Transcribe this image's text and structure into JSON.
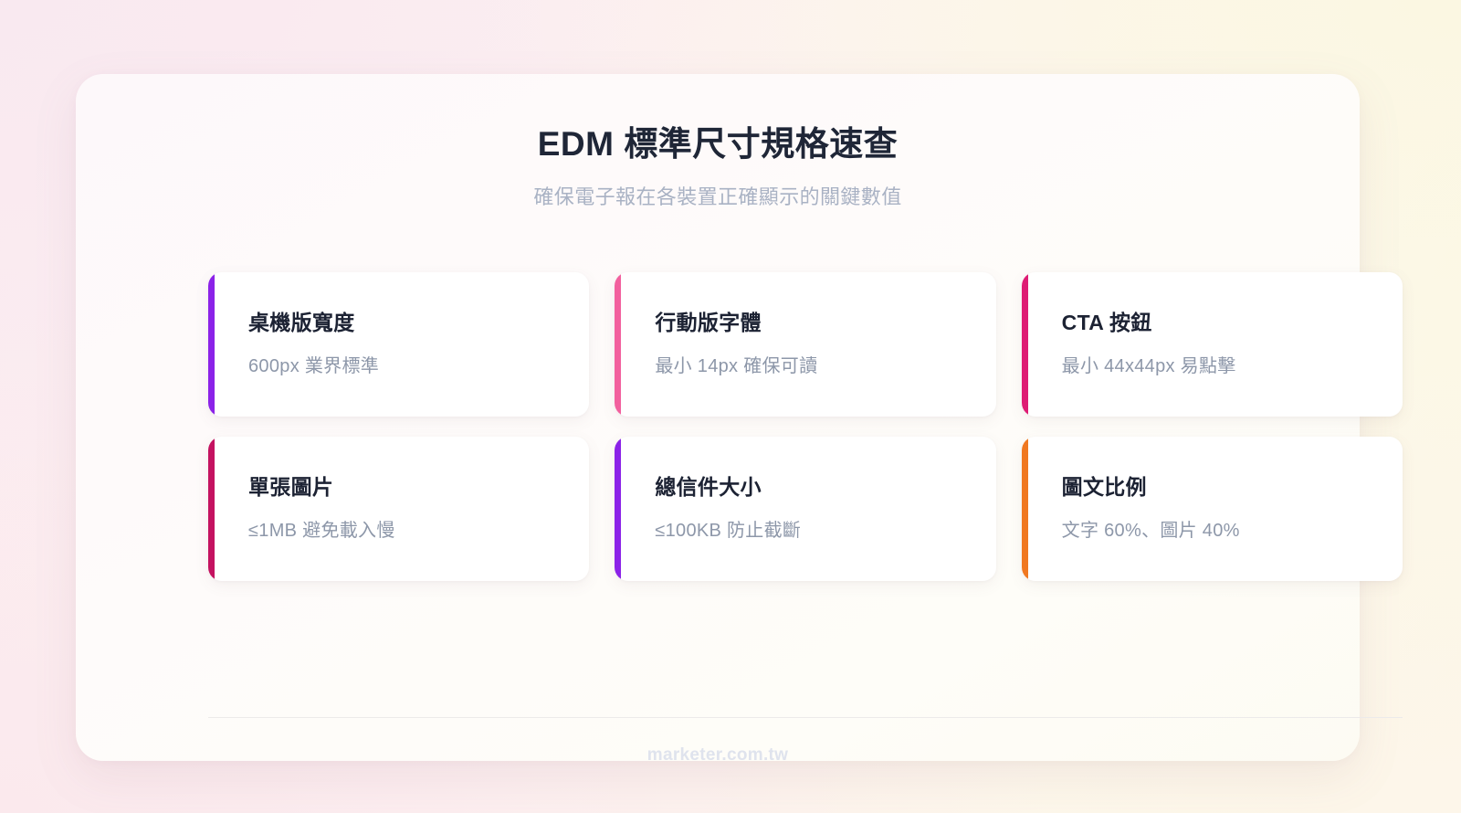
{
  "header": {
    "title": "EDM 標準尺寸規格速查",
    "subtitle": "確保電子報在各裝置正確顯示的關鍵數值"
  },
  "cards": [
    {
      "title": "桌機版寬度",
      "value": "600px 業界標準",
      "accent": "#8B22E8"
    },
    {
      "title": "行動版字體",
      "value": "最小 14px 確保可讀",
      "accent": "#F2609E"
    },
    {
      "title": "CTA 按鈕",
      "value": "最小 44x44px 易點擊",
      "accent": "#DE1C74"
    },
    {
      "title": "單張圖片",
      "value": "≤1MB 避免載入慢",
      "accent": "#C41260"
    },
    {
      "title": "總信件大小",
      "value": "≤100KB 防止截斷",
      "accent": "#8B22E8"
    },
    {
      "title": "圖文比例",
      "value": "文字 60%、圖片 40%",
      "accent": "#F07820"
    }
  ],
  "footer": {
    "site": "marketer.com.tw"
  },
  "theme": {
    "title_color": "#1F2637",
    "subtitle_color": "#A9B2C4",
    "card_value_color": "#8D97A9",
    "footer_color": "#DFE3ED",
    "panel_bg": "#FDF9F8"
  }
}
